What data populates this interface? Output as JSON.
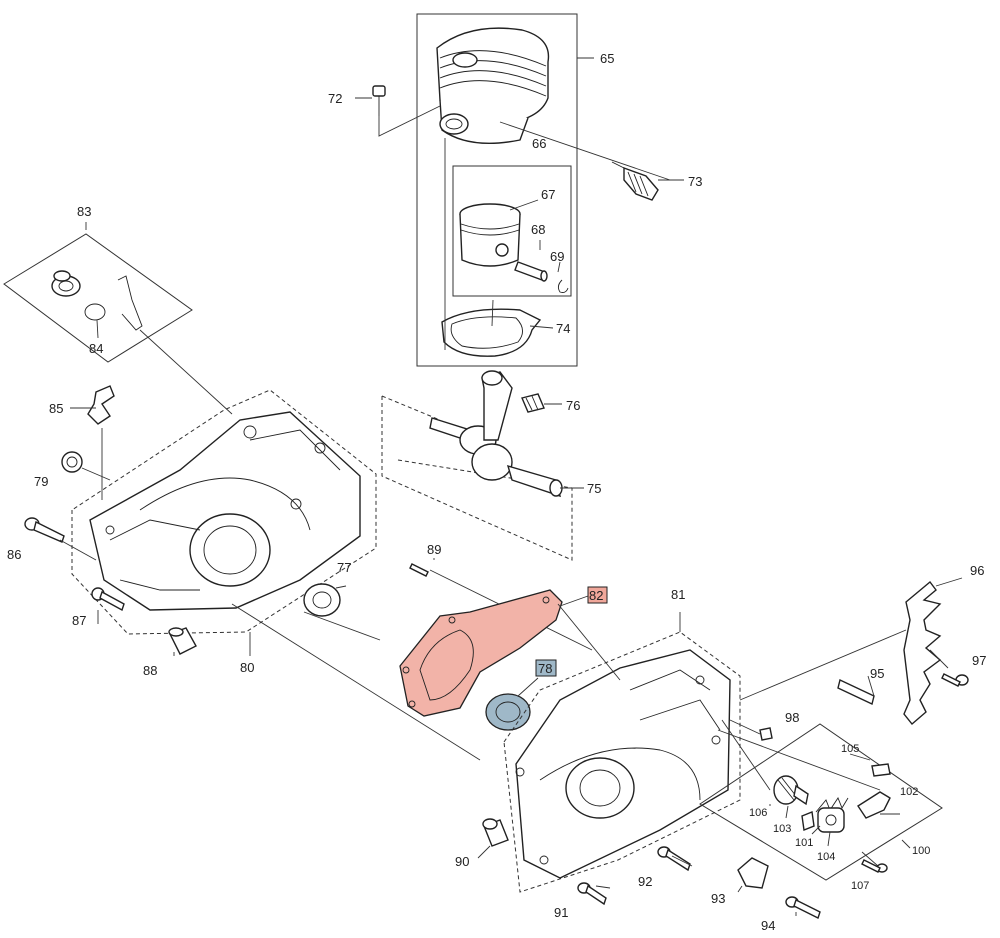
{
  "callouts": {
    "c65": "65",
    "c66": "66",
    "c67": "67",
    "c68": "68",
    "c69": "69",
    "c72": "72",
    "c73": "73",
    "c74": "74",
    "c75": "75",
    "c76": "76",
    "c77": "77",
    "c78": "78",
    "c79": "79",
    "c80": "80",
    "c81": "81",
    "c82": "82",
    "c83": "83",
    "c84": "84",
    "c85": "85",
    "c86": "86",
    "c87": "87",
    "c88": "88",
    "c89": "89",
    "c90": "90",
    "c91": "91",
    "c92": "92",
    "c93": "93",
    "c94": "94",
    "c95": "95",
    "c96": "96",
    "c97": "97",
    "c98": "98",
    "c100": "100",
    "c101": "101",
    "c102": "102",
    "c103": "103",
    "c104": "104",
    "c105": "105",
    "c106": "106",
    "c107": "107"
  },
  "highlights": {
    "gasket_fill": "#f2b3a8",
    "gasket_label_fill": "#f0a79a",
    "bearing_fill": "#9fb8c8",
    "bearing_label_fill": "#9fb8c8"
  }
}
